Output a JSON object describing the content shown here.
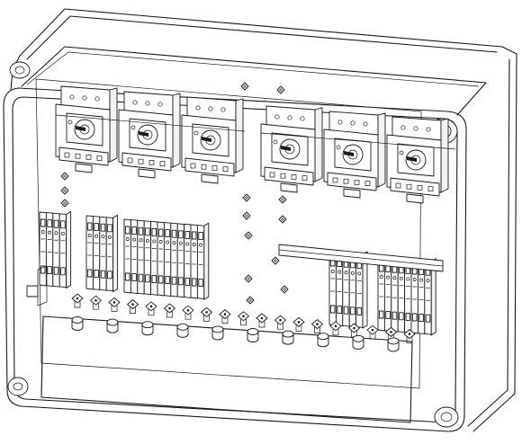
{
  "figure": {
    "subject": "enclosure-with-motor-protective-switches-and-terminal-blocks",
    "colors": {
      "line": "#1a1a1a",
      "fill": "#ffffff",
      "shade": "#f2f2f2"
    },
    "left_group": {
      "switch_count": 3,
      "terminal_groups": [
        4,
        4,
        12
      ]
    },
    "right_group": {
      "switch_count": 3,
      "terminal_groups": [
        5,
        8
      ]
    },
    "cable_glands_front": 10,
    "standoffs_row": 19
  }
}
